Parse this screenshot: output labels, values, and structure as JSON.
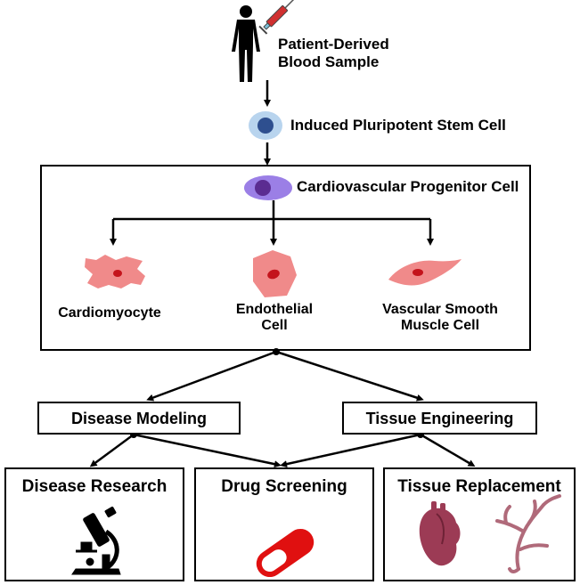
{
  "source": {
    "label_line1": "Patient-Derived",
    "label_line2": "Blood Sample",
    "person_icon": "person-silhouette-icon",
    "syringe_icon": "syringe-icon"
  },
  "ipsc": {
    "label": "Induced Pluripotent Stem Cell",
    "icon": "stem-cell-icon"
  },
  "progenitor": {
    "label": "Cardiovascular Progenitor Cell",
    "icon": "progenitor-cell-icon"
  },
  "cell_types": [
    {
      "label_line1": "Cardiomyocyte",
      "label_line2": "",
      "icon": "cardiomyocyte-icon"
    },
    {
      "label_line1": "Endothelial",
      "label_line2": "Cell",
      "icon": "endothelial-cell-icon"
    },
    {
      "label_line1": "Vascular Smooth",
      "label_line2": "Muscle Cell",
      "icon": "smooth-muscle-cell-icon"
    }
  ],
  "applications": [
    {
      "label": "Disease Modeling"
    },
    {
      "label": "Tissue Engineering"
    }
  ],
  "outcomes": [
    {
      "label": "Disease Research",
      "icon": "microscope-icon"
    },
    {
      "label": "Drug Screening",
      "icon": "pill-capsule-icon"
    },
    {
      "label": "Tissue Replacement",
      "icon": "heart-and-vessel-icon"
    }
  ],
  "colors": {
    "stem_cell_outer": "#b8d4ee",
    "stem_cell_nucleus": "#2e4f8f",
    "progenitor_outer": "#9b7fe6",
    "progenitor_nucleus": "#5b2c91",
    "cell_body": "#f08a8a",
    "cell_nucleus": "#c4141c",
    "pill_red": "#e01010",
    "heart": "#9c3b55",
    "vessel": "#b06a7a",
    "syringe": "#d03030"
  }
}
